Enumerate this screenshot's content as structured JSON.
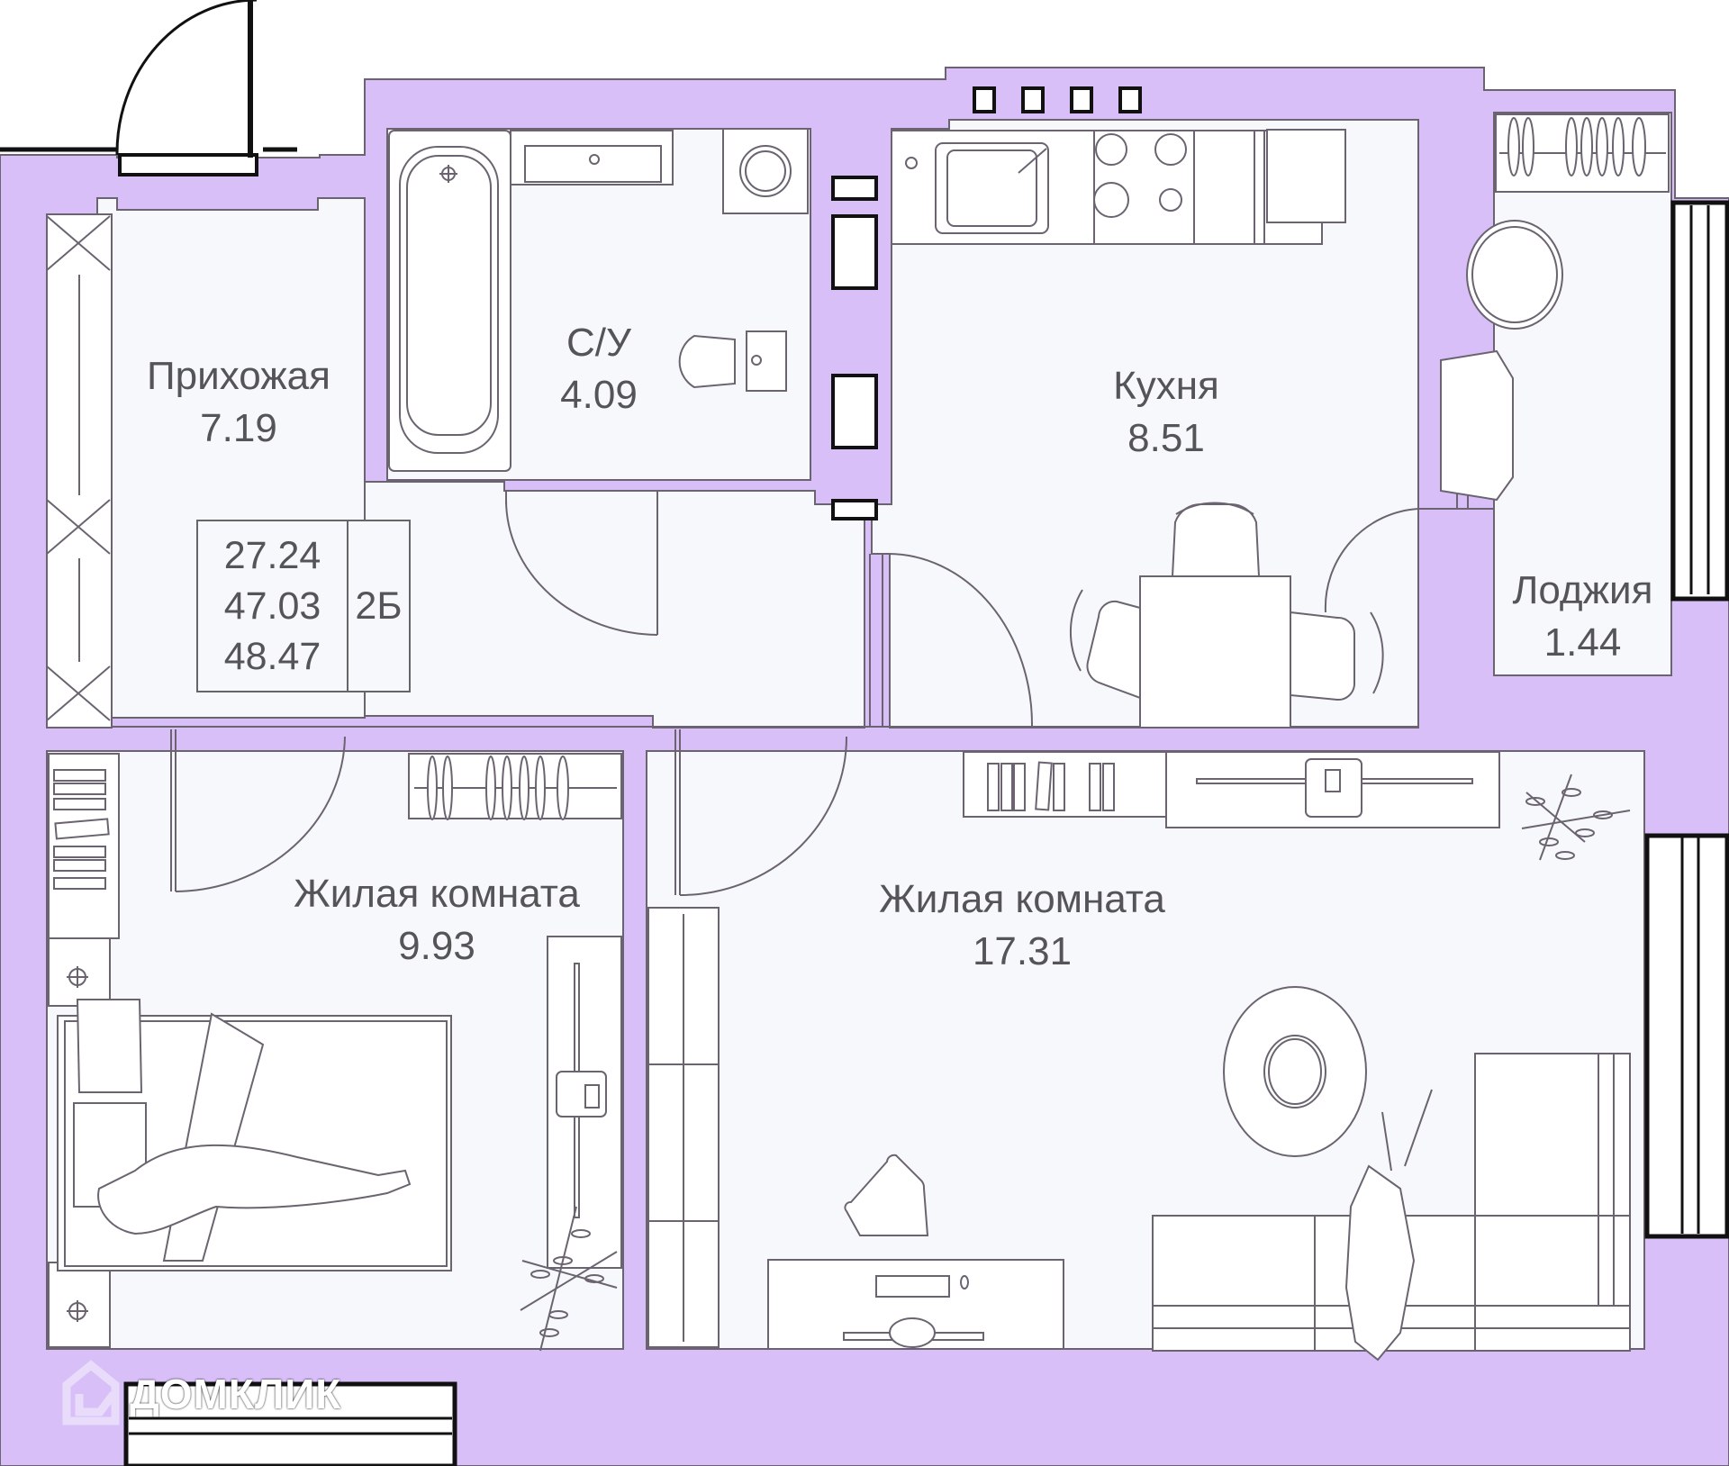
{
  "colors": {
    "wall_fill": "#d8bff8",
    "wall_stroke": "#6b6470",
    "floor": "#f7f8fc",
    "text": "#555558",
    "window_frame": "#111111"
  },
  "rooms": [
    {
      "id": "hallway",
      "name": "Прихожая",
      "area": "7.19"
    },
    {
      "id": "bathroom",
      "name": "С/У",
      "area": "4.09"
    },
    {
      "id": "kitchen",
      "name": "Кухня",
      "area": "8.51"
    },
    {
      "id": "loggia",
      "name": "Лоджия",
      "area": "1.44"
    },
    {
      "id": "bedroom",
      "name": "Жилая комната",
      "area": "9.93"
    },
    {
      "id": "living",
      "name": "Жилая комната",
      "area": "17.31"
    }
  ],
  "summary": {
    "living_area": "27.24",
    "total_area": "47.03",
    "total_with_loggia": "48.47",
    "apartment_type": "2Б"
  },
  "watermark": {
    "text": "ДОМКЛИК"
  }
}
